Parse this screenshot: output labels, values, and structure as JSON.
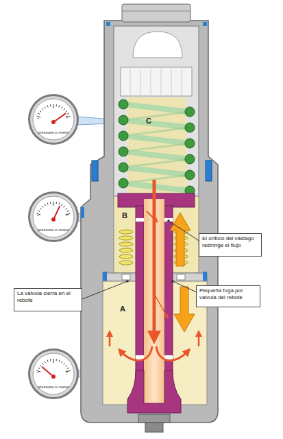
{
  "diagram": {
    "nodes": [
      {
        "text": [
          "-",
          "+",
          "pressure-o-meter"
        ]
      },
      {
        "text": [
          "-",
          "+",
          "pressure-o-meter"
        ]
      },
      {
        "text": [
          "El orificio del vástago restringe el flujo"
        ]
      },
      {
        "text": [
          "Pequeña fuga por válvula del rebote"
        ]
      },
      {
        "text": [
          "La válvula cierra en el rebote"
        ]
      },
      {
        "text": [
          "-",
          "+",
          "pressure-o-meter"
        ]
      }
    ],
    "labels": [
      "C",
      "B",
      "A"
    ]
  }
}
